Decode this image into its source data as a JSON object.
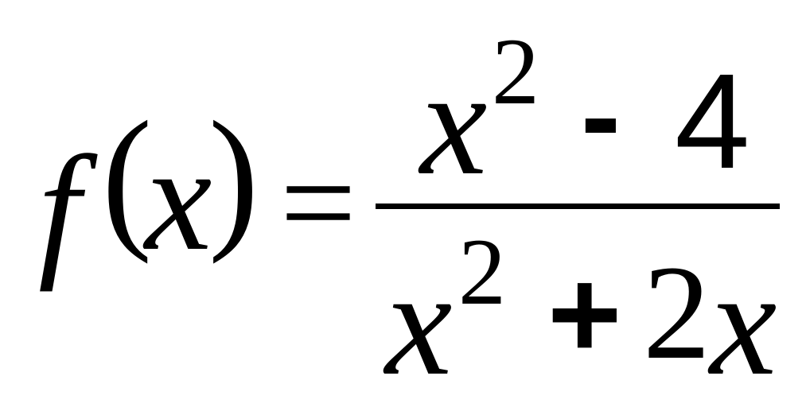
{
  "formula": {
    "lhs": {
      "function_name": "f",
      "open_paren": "(",
      "variable": "x",
      "close_paren": ")"
    },
    "equals": "=",
    "numerator": {
      "base": "x",
      "exponent": "2",
      "operator": "-",
      "constant": "4"
    },
    "denominator": {
      "base": "x",
      "exponent": "2",
      "operator": "+",
      "coefficient": "2",
      "variable": "x"
    }
  }
}
